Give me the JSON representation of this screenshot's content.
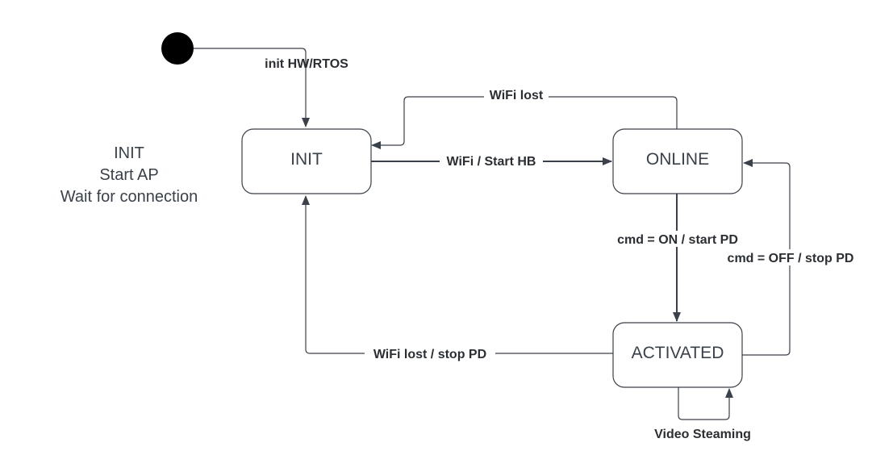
{
  "note": {
    "lines": [
      "INIT",
      "Start AP",
      "Wait for connection"
    ]
  },
  "states": {
    "init": "INIT",
    "online": "ONLINE",
    "activated": "ACTIVATED"
  },
  "transitions": {
    "initial": "init HW/RTOS",
    "online_to_init": "WiFi lost",
    "init_to_online": "WiFi / Start HB",
    "online_to_activated": "cmd = ON / start PD",
    "activated_to_online": "cmd = OFF / stop PD",
    "activated_to_init": "WiFi lost / stop PD",
    "activated_self": "Video Steaming"
  },
  "colors": {
    "line": "#3a414a",
    "text": "#2b2f33"
  }
}
